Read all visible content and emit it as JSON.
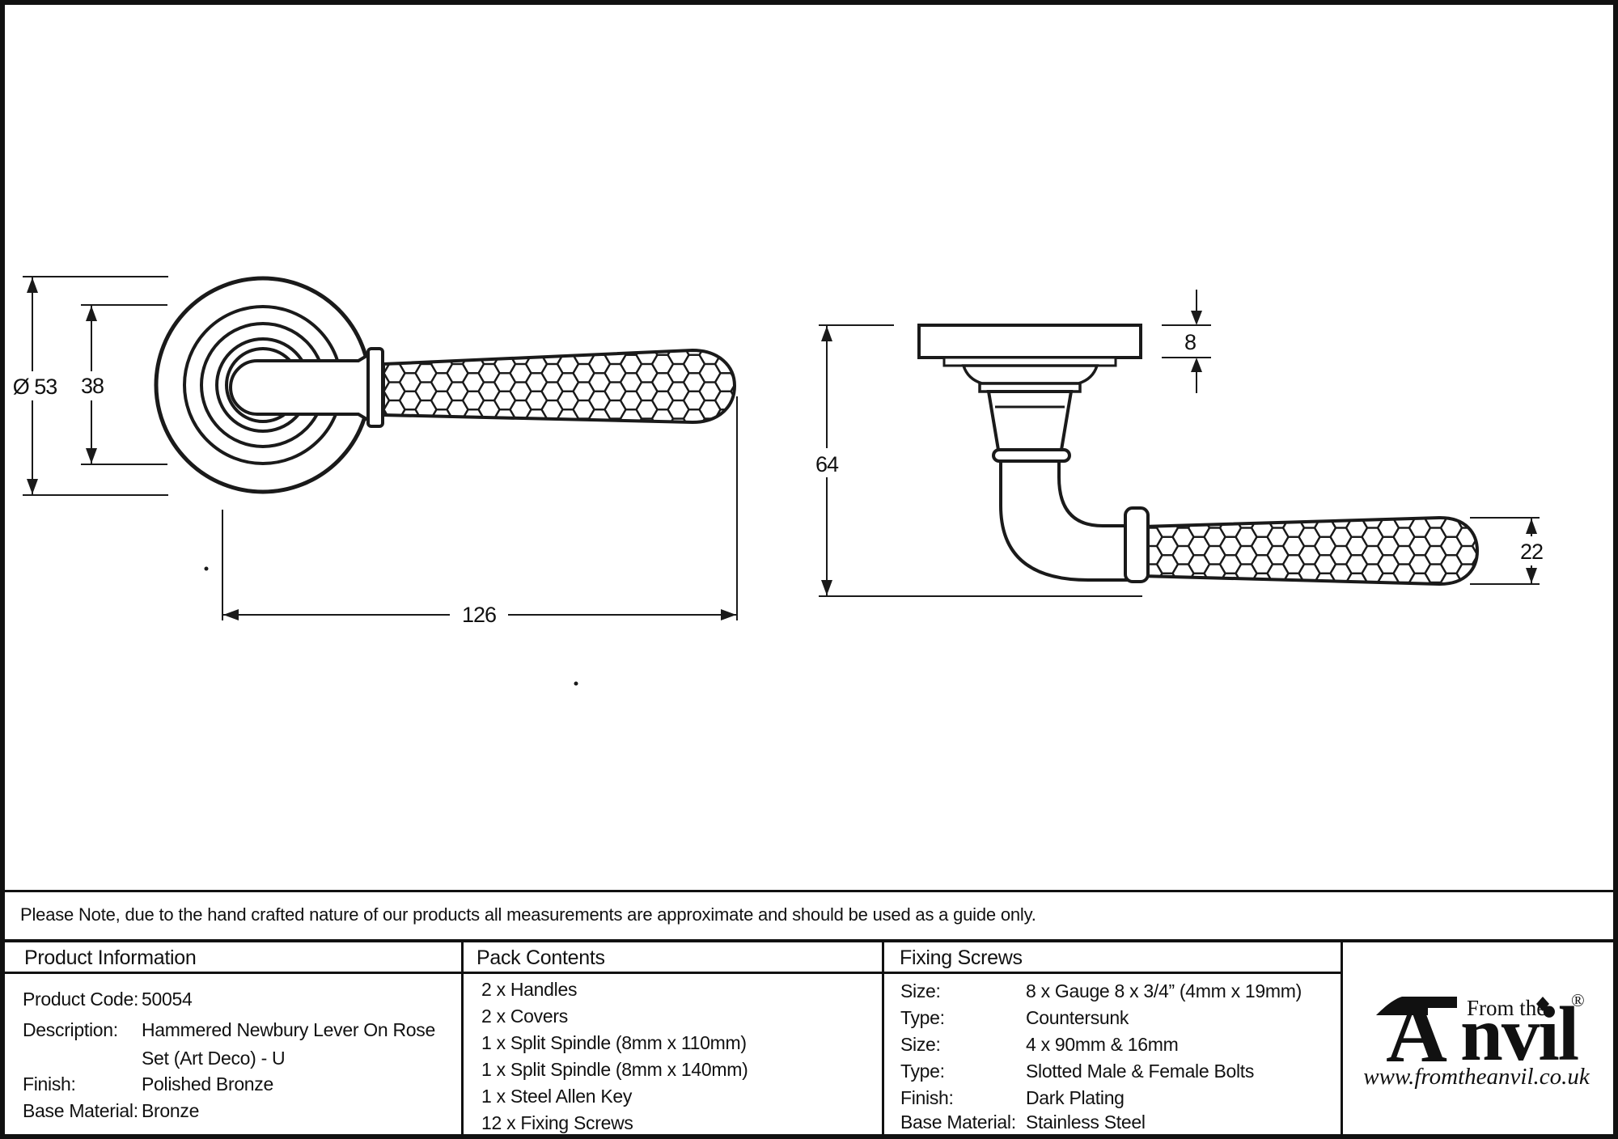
{
  "note": "Please Note, due to the hand crafted nature of our products all measurements are approximate and should be used as a guide only.",
  "drawing": {
    "front_view": {
      "rose_diameter_label": "Ø 53",
      "rose_inner_diameter_label": "38",
      "handle_length_label": "126"
    },
    "side_view": {
      "projection_label": "64",
      "rose_thickness_label": "8",
      "lever_thickness_label": "22"
    }
  },
  "table": {
    "product_information": {
      "header": "Product Information",
      "rows": [
        {
          "label": "Product Code:",
          "value": "50054"
        },
        {
          "label": "Description:",
          "value": "Hammered Newbury Lever On Rose",
          "value2": "Set (Art Deco) - U"
        },
        {
          "label": "Finish:",
          "value": "Polished Bronze"
        },
        {
          "label": "Base Material:",
          "value": "Bronze"
        }
      ]
    },
    "pack_contents": {
      "header": "Pack Contents",
      "items": [
        "2 x Handles",
        "2 x Covers",
        "1 x Split Spindle (8mm x 110mm)",
        "1 x Split Spindle (8mm x 140mm)",
        "1 x Steel Allen Key",
        "12 x Fixing Screws"
      ]
    },
    "fixing_screws": {
      "header": "Fixing Screws",
      "rows": [
        {
          "label": "Size:",
          "value": "8 x Gauge 8 x 3/4” (4mm x 19mm)"
        },
        {
          "label": "Type:",
          "value": "Countersunk"
        },
        {
          "label": "Size:",
          "value": "4 x 90mm & 16mm"
        },
        {
          "label": "Type:",
          "value": "Slotted Male & Female Bolts"
        },
        {
          "label": "Finish:",
          "value": "Dark Plating"
        },
        {
          "label": "Base Material:",
          "value": "Stainless Steel"
        }
      ]
    }
  },
  "logo": {
    "prefix": "From the",
    "brand_initial": "A",
    "brand_rest": "nvil",
    "registered": "®",
    "website": "www.fromtheanvil.co.uk"
  },
  "colors": {
    "ink": "#111111",
    "background": "#ffffff"
  }
}
